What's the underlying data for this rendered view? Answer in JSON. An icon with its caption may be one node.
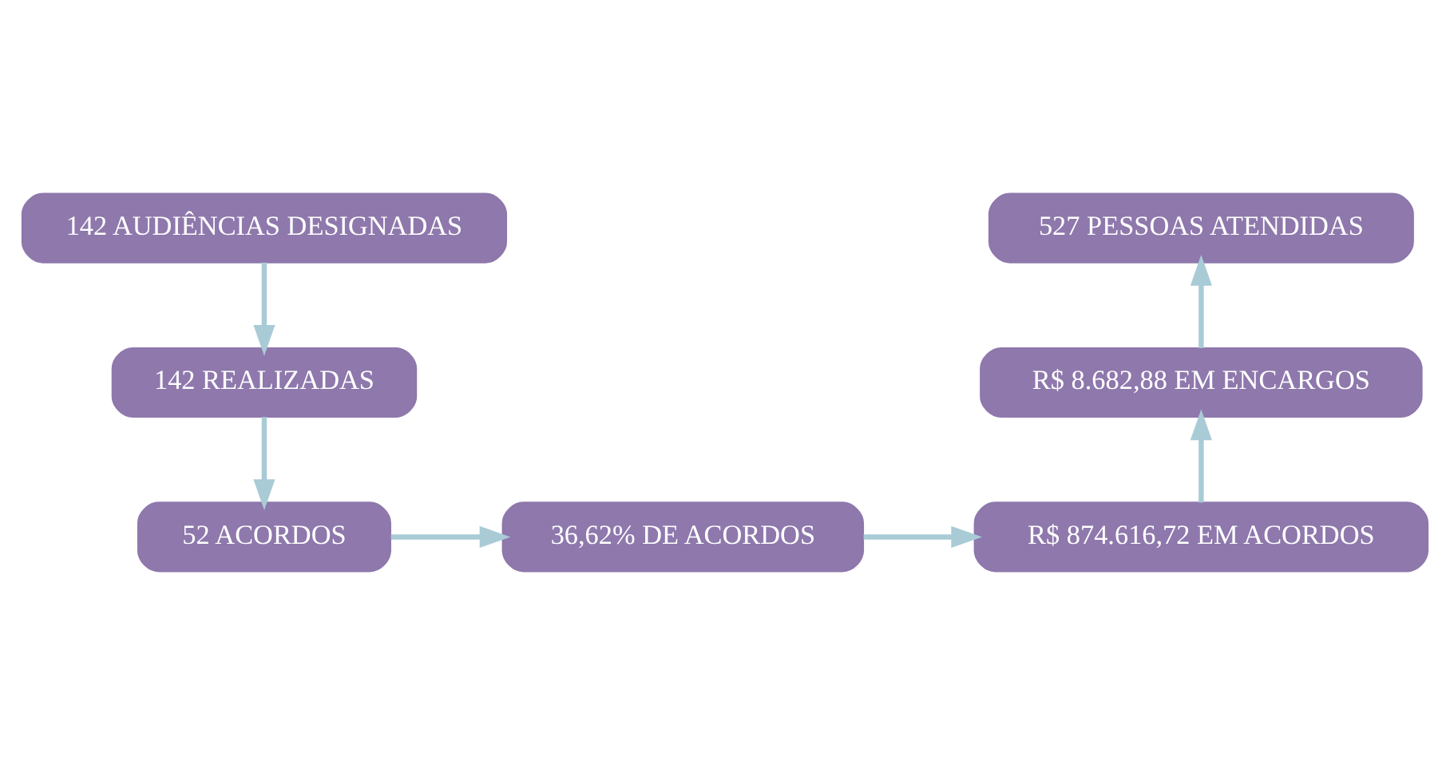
{
  "diagram": {
    "nodes": [
      {
        "text": [
          "142 AUDIÊNCIAS DESIGNADAS"
        ]
      },
      {
        "text": [
          "142 REALIZADAS"
        ]
      },
      {
        "text": [
          "52 ACORDOS"
        ]
      },
      {
        "text": [
          "36,62% DE ACORDOS"
        ]
      },
      {
        "text": [
          "R$ 874.616,72 EM ACORDOS"
        ]
      },
      {
        "text": [
          "R$ 8.682,88 EM ENCARGOS"
        ]
      },
      {
        "text": [
          "527 PESSOAS ATENDIDAS"
        ]
      }
    ],
    "edges": [
      {
        "from": 0,
        "to": 1,
        "arrow": "to"
      },
      {
        "from": 1,
        "to": 2,
        "arrow": "to"
      },
      {
        "from": 2,
        "to": 3,
        "arrow": "to"
      },
      {
        "from": 3,
        "to": 4,
        "arrow": "to"
      },
      {
        "from": 4,
        "to": 5,
        "arrow": "to"
      },
      {
        "from": 5,
        "to": 6,
        "arrow": "to"
      }
    ]
  }
}
